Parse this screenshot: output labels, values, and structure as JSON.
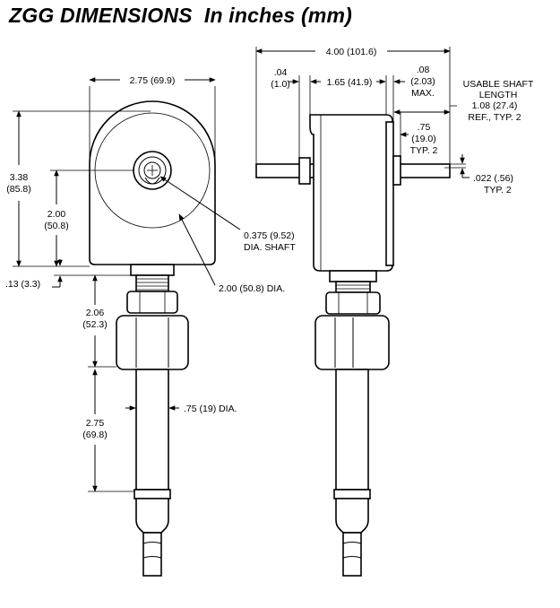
{
  "title": "ZGG DIMENSIONS  In inches (mm)",
  "front_view": {
    "width": "2.75 (69.9)",
    "height_in": "3.38",
    "height_mm": "(85.8)",
    "center_in": "2.00",
    "center_mm": "(50.8)",
    "shaft_dia_line1": "0.375 (9.52)",
    "shaft_dia_line2": "DIA. SHAFT",
    "body_dia": "2.00 (50.8) DIA.",
    "flange": ".13 (3.3)",
    "fitting_in": "2.06",
    "fitting_mm": "(52.3)",
    "probe_in": "2.75",
    "probe_mm": "(69.8)",
    "probe_dia": ".75 (19) DIA."
  },
  "side_view": {
    "overall": "4.00 (101.6)",
    "gap_in": ".04",
    "gap_mm": "(1.0)",
    "length": "1.65 (41.9)",
    "max_in": ".08",
    "max_mm": "(2.03)",
    "max_lbl": "MAX.",
    "usable_1": "USABLE SHAFT",
    "usable_2": "LENGTH",
    "usable_3": "1.08 (27.4)",
    "usable_4": "REF., TYP. 2",
    "ext_in": ".75",
    "ext_mm": "(19.0)",
    "ext_typ": "TYP. 2",
    "small": ".022 (.56)",
    "small_typ": "TYP. 2"
  }
}
